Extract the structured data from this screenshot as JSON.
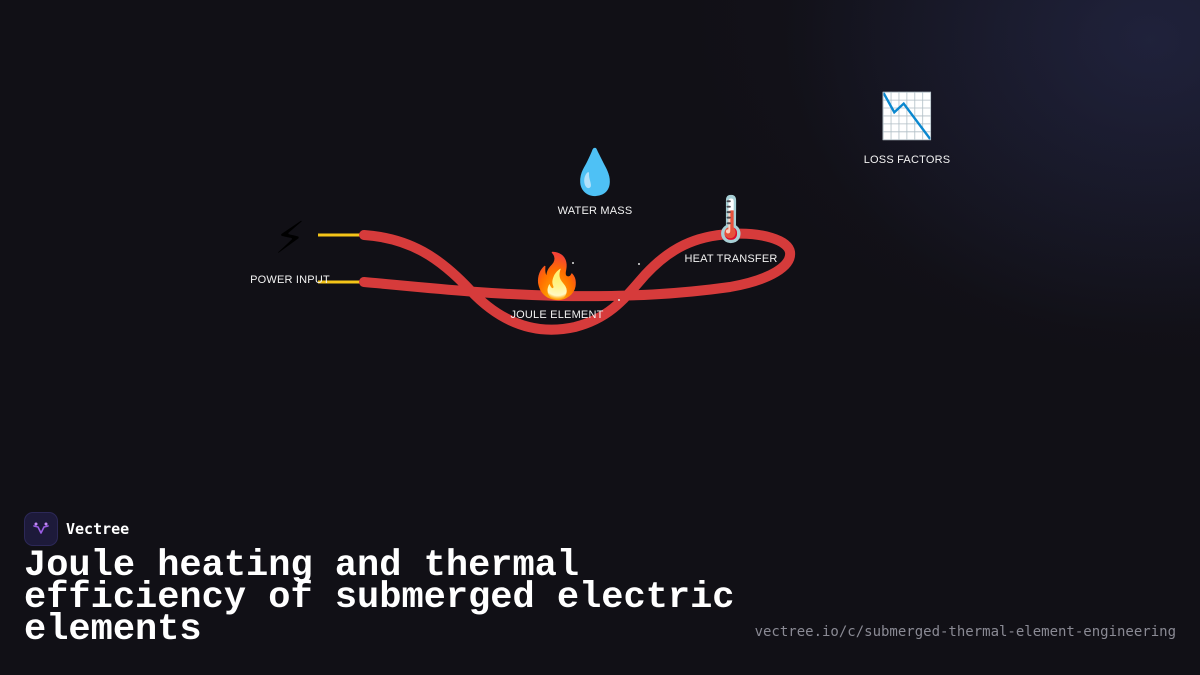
{
  "diagram": {
    "nodes": {
      "power_input": {
        "label": "POWER INPUT",
        "icon": "lightning-icon",
        "glyph": "⚡"
      },
      "water_mass": {
        "label": "WATER MASS",
        "icon": "water-drop-icon",
        "glyph": "💧"
      },
      "joule_element": {
        "label": "JOULE ELEMENT",
        "icon": "fire-icon",
        "glyph": "🔥"
      },
      "heat_transfer": {
        "label": "HEAT TRANSFER",
        "icon": "thermometer-icon",
        "glyph": "🌡️"
      },
      "loss_factors": {
        "label": "LOSS FACTORS",
        "icon": "chart-decreasing-icon",
        "glyph": "📉"
      }
    },
    "colors": {
      "element_coil": "#d63b3b",
      "terminal_leads": "#f5c518",
      "label_text": "#f2f2f2",
      "background": "#111016"
    }
  },
  "brand": {
    "name": "Vectree",
    "accent": "#9b5de5"
  },
  "title": "Joule heating and thermal efficiency of submerged electric elements",
  "url": "vectree.io/c/submerged-thermal-element-engineering"
}
